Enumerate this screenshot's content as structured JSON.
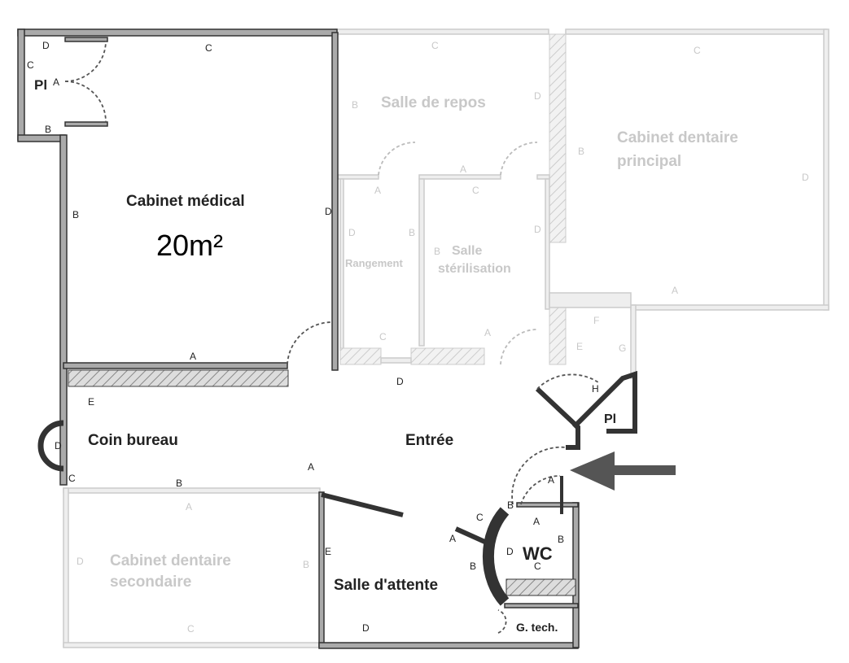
{
  "rooms": {
    "cabinet_medical": "Cabinet médical",
    "cabinet_medical_area": "20m²",
    "pl_top": "Pl",
    "salle_repos": "Salle de repos",
    "cabinet_dentaire_principal_1": "Cabinet dentaire",
    "cabinet_dentaire_principal_2": "principal",
    "rangement": "Rangement",
    "salle_sterilisation_1": "Salle",
    "salle_sterilisation_2": "stérilisation",
    "coin_bureau": "Coin bureau",
    "entree": "Entrée",
    "pl_right": "Pl",
    "cabinet_dentaire_secondaire_1": "Cabinet dentaire",
    "cabinet_dentaire_secondaire_2": "secondaire",
    "salle_attente": "Salle d'attente",
    "wc": "WC",
    "g_tech": "G. tech."
  },
  "wall_letters": {
    "a": "A",
    "b": "B",
    "c": "C",
    "d": "D",
    "e": "E",
    "f": "F",
    "g": "G",
    "h": "H"
  },
  "colors": {
    "active": "#222222",
    "faded": "#c8c8c8",
    "arrow": "#555555"
  }
}
